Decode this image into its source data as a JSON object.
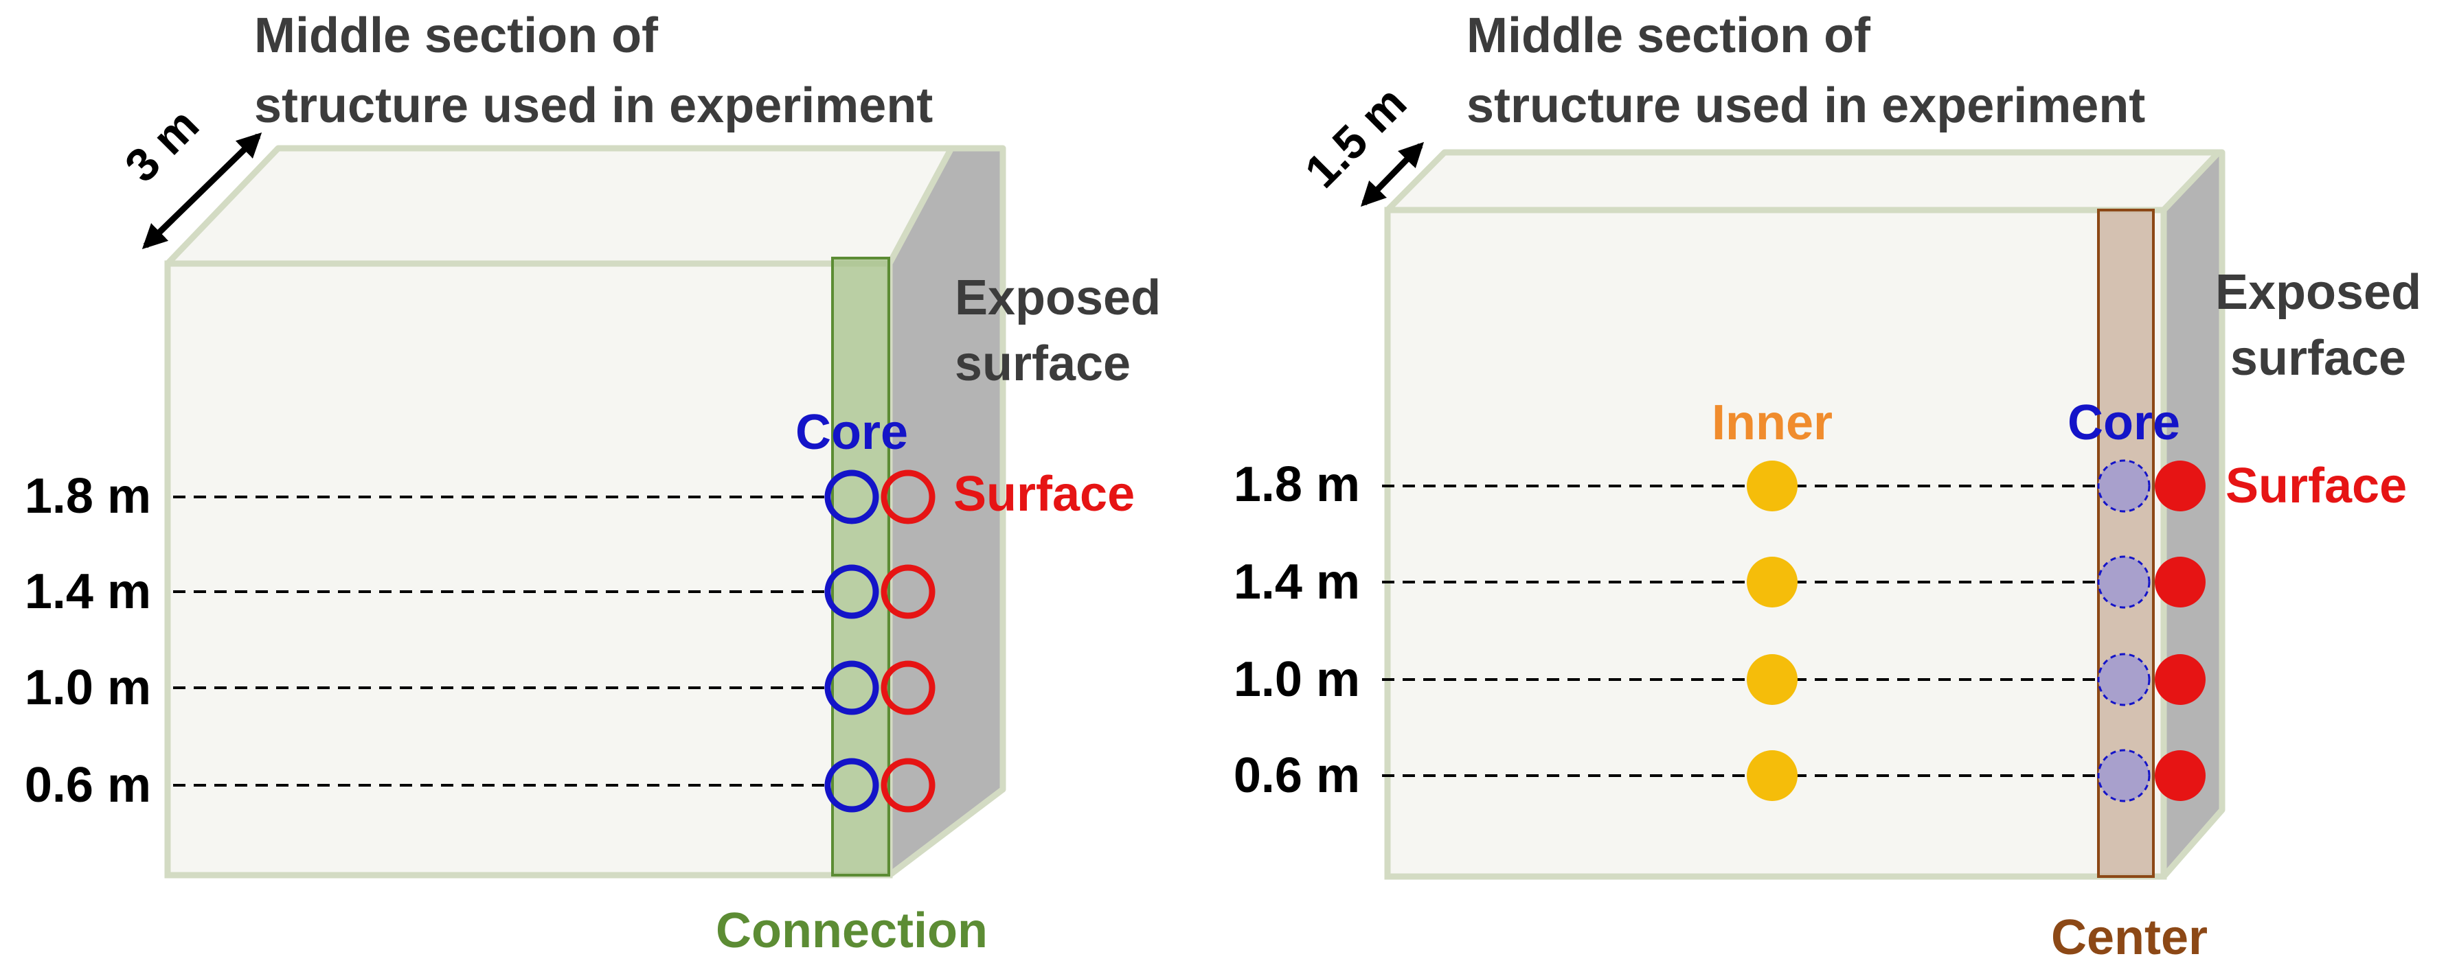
{
  "colors": {
    "box_face": "#f6f6f2",
    "box_edge": "#d3dbc3",
    "side_face": "#b4b4b4",
    "title_text": "#3c3c3c",
    "core": "#1414c8",
    "surface": "#e61414",
    "inner_marker": "#f5bd0a",
    "inner_label": "#f08c2d",
    "connection": "#5c8c34",
    "center": "#8c4816",
    "connection_strip": "#a6c28a",
    "center_strip": "#ccb4a0",
    "core_fill": "#a8a0cc"
  },
  "diagrams": [
    {
      "title_line1": "Middle section of",
      "title_line2": "structure used in experiment",
      "dimension": "3 m",
      "exposed_line1": "Exposed",
      "exposed_line2": "surface",
      "core_label": "Core",
      "surface_label": "Surface",
      "strip_label": "Connection",
      "depths": [
        "1.8 m",
        "1.4 m",
        "1.0 m",
        "0.6 m"
      ]
    },
    {
      "title_line1": "Middle section of",
      "title_line2": "structure used in experiment",
      "dimension": "1.5 m",
      "exposed_line1": "Exposed",
      "exposed_line2": "surface",
      "inner_label": "Inner",
      "core_label": "Core",
      "surface_label": "Surface",
      "strip_label": "Center",
      "depths": [
        "1.8 m",
        "1.4 m",
        "1.0 m",
        "0.6 m"
      ]
    }
  ]
}
